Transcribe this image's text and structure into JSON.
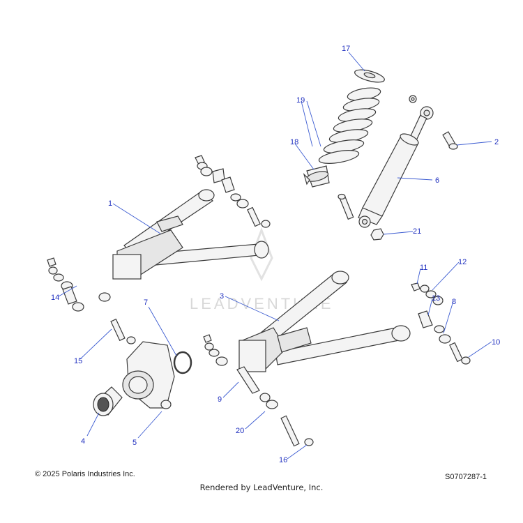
{
  "watermark": "LEADVENTURE",
  "callouts": [
    {
      "id": "1",
      "label": "1"
    },
    {
      "id": "2",
      "label": "2"
    },
    {
      "id": "3",
      "label": "3"
    },
    {
      "id": "4",
      "label": "4"
    },
    {
      "id": "5",
      "label": "5"
    },
    {
      "id": "6",
      "label": "6"
    },
    {
      "id": "7",
      "label": "7"
    },
    {
      "id": "8",
      "label": "8"
    },
    {
      "id": "9",
      "label": "9"
    },
    {
      "id": "10",
      "label": "10"
    },
    {
      "id": "11",
      "label": "11"
    },
    {
      "id": "12",
      "label": "12"
    },
    {
      "id": "13",
      "label": "13"
    },
    {
      "id": "14",
      "label": "14"
    },
    {
      "id": "15",
      "label": "15"
    },
    {
      "id": "16",
      "label": "16"
    },
    {
      "id": "17",
      "label": "17"
    },
    {
      "id": "18",
      "label": "18"
    },
    {
      "id": "19",
      "label": "19"
    },
    {
      "id": "20",
      "label": "20"
    },
    {
      "id": "21",
      "label": "21"
    }
  ],
  "footer": {
    "copyright": "© 2025 Polaris Industries Inc.",
    "diagram_number": "S0707287-1",
    "rendered_by": "Rendered by LeadVenture, Inc."
  },
  "colors": {
    "callout": "#1f2fbf",
    "leader": "#3b5bd1",
    "outline": "#3a3a3a"
  }
}
